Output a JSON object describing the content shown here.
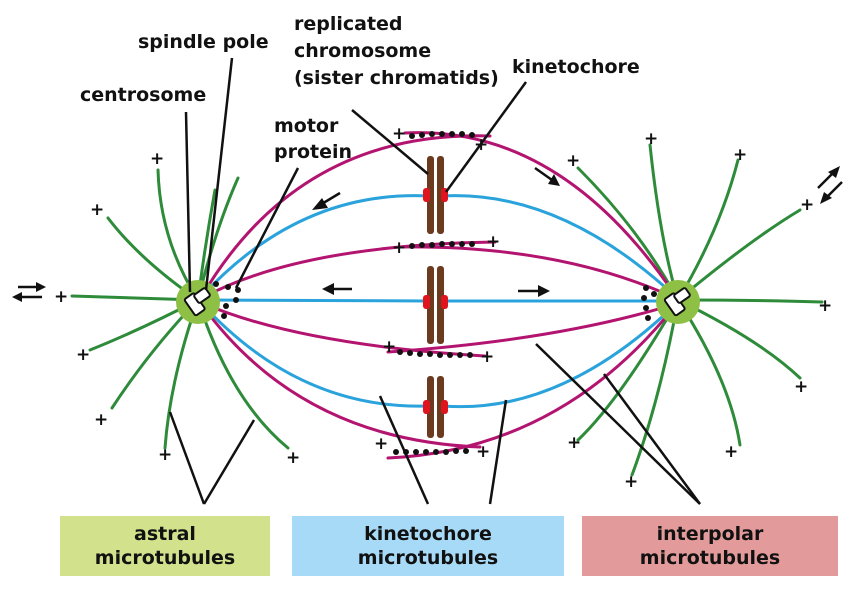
{
  "labels": {
    "spindle_pole": "spindle pole",
    "centrosome": "centrosome",
    "motor_protein_1": "motor",
    "motor_protein_2": "protein",
    "replicated_1": "replicated",
    "replicated_2": "chromosome",
    "replicated_3": "(sister chromatids)",
    "kinetochore": "kinetochore"
  },
  "legend": {
    "astral": {
      "line1": "astral",
      "line2": "microtubules",
      "color": "#d2e18c"
    },
    "kinetochore": {
      "line1": "kinetochore",
      "line2": "microtubules",
      "color": "#a7daf6"
    },
    "interpolar": {
      "line1": "interpolar",
      "line2": "microtubules",
      "color": "#e39a9b"
    }
  },
  "plus_sign": "+",
  "colors": {
    "astral": "#2e8b3a",
    "kinetochore_mt": "#2aa3dc",
    "interpolar_mt": "#b3146f",
    "centrosome": "#8dc045",
    "chromatid": "#6b3a1f",
    "kinetochore": "#e0141e"
  }
}
